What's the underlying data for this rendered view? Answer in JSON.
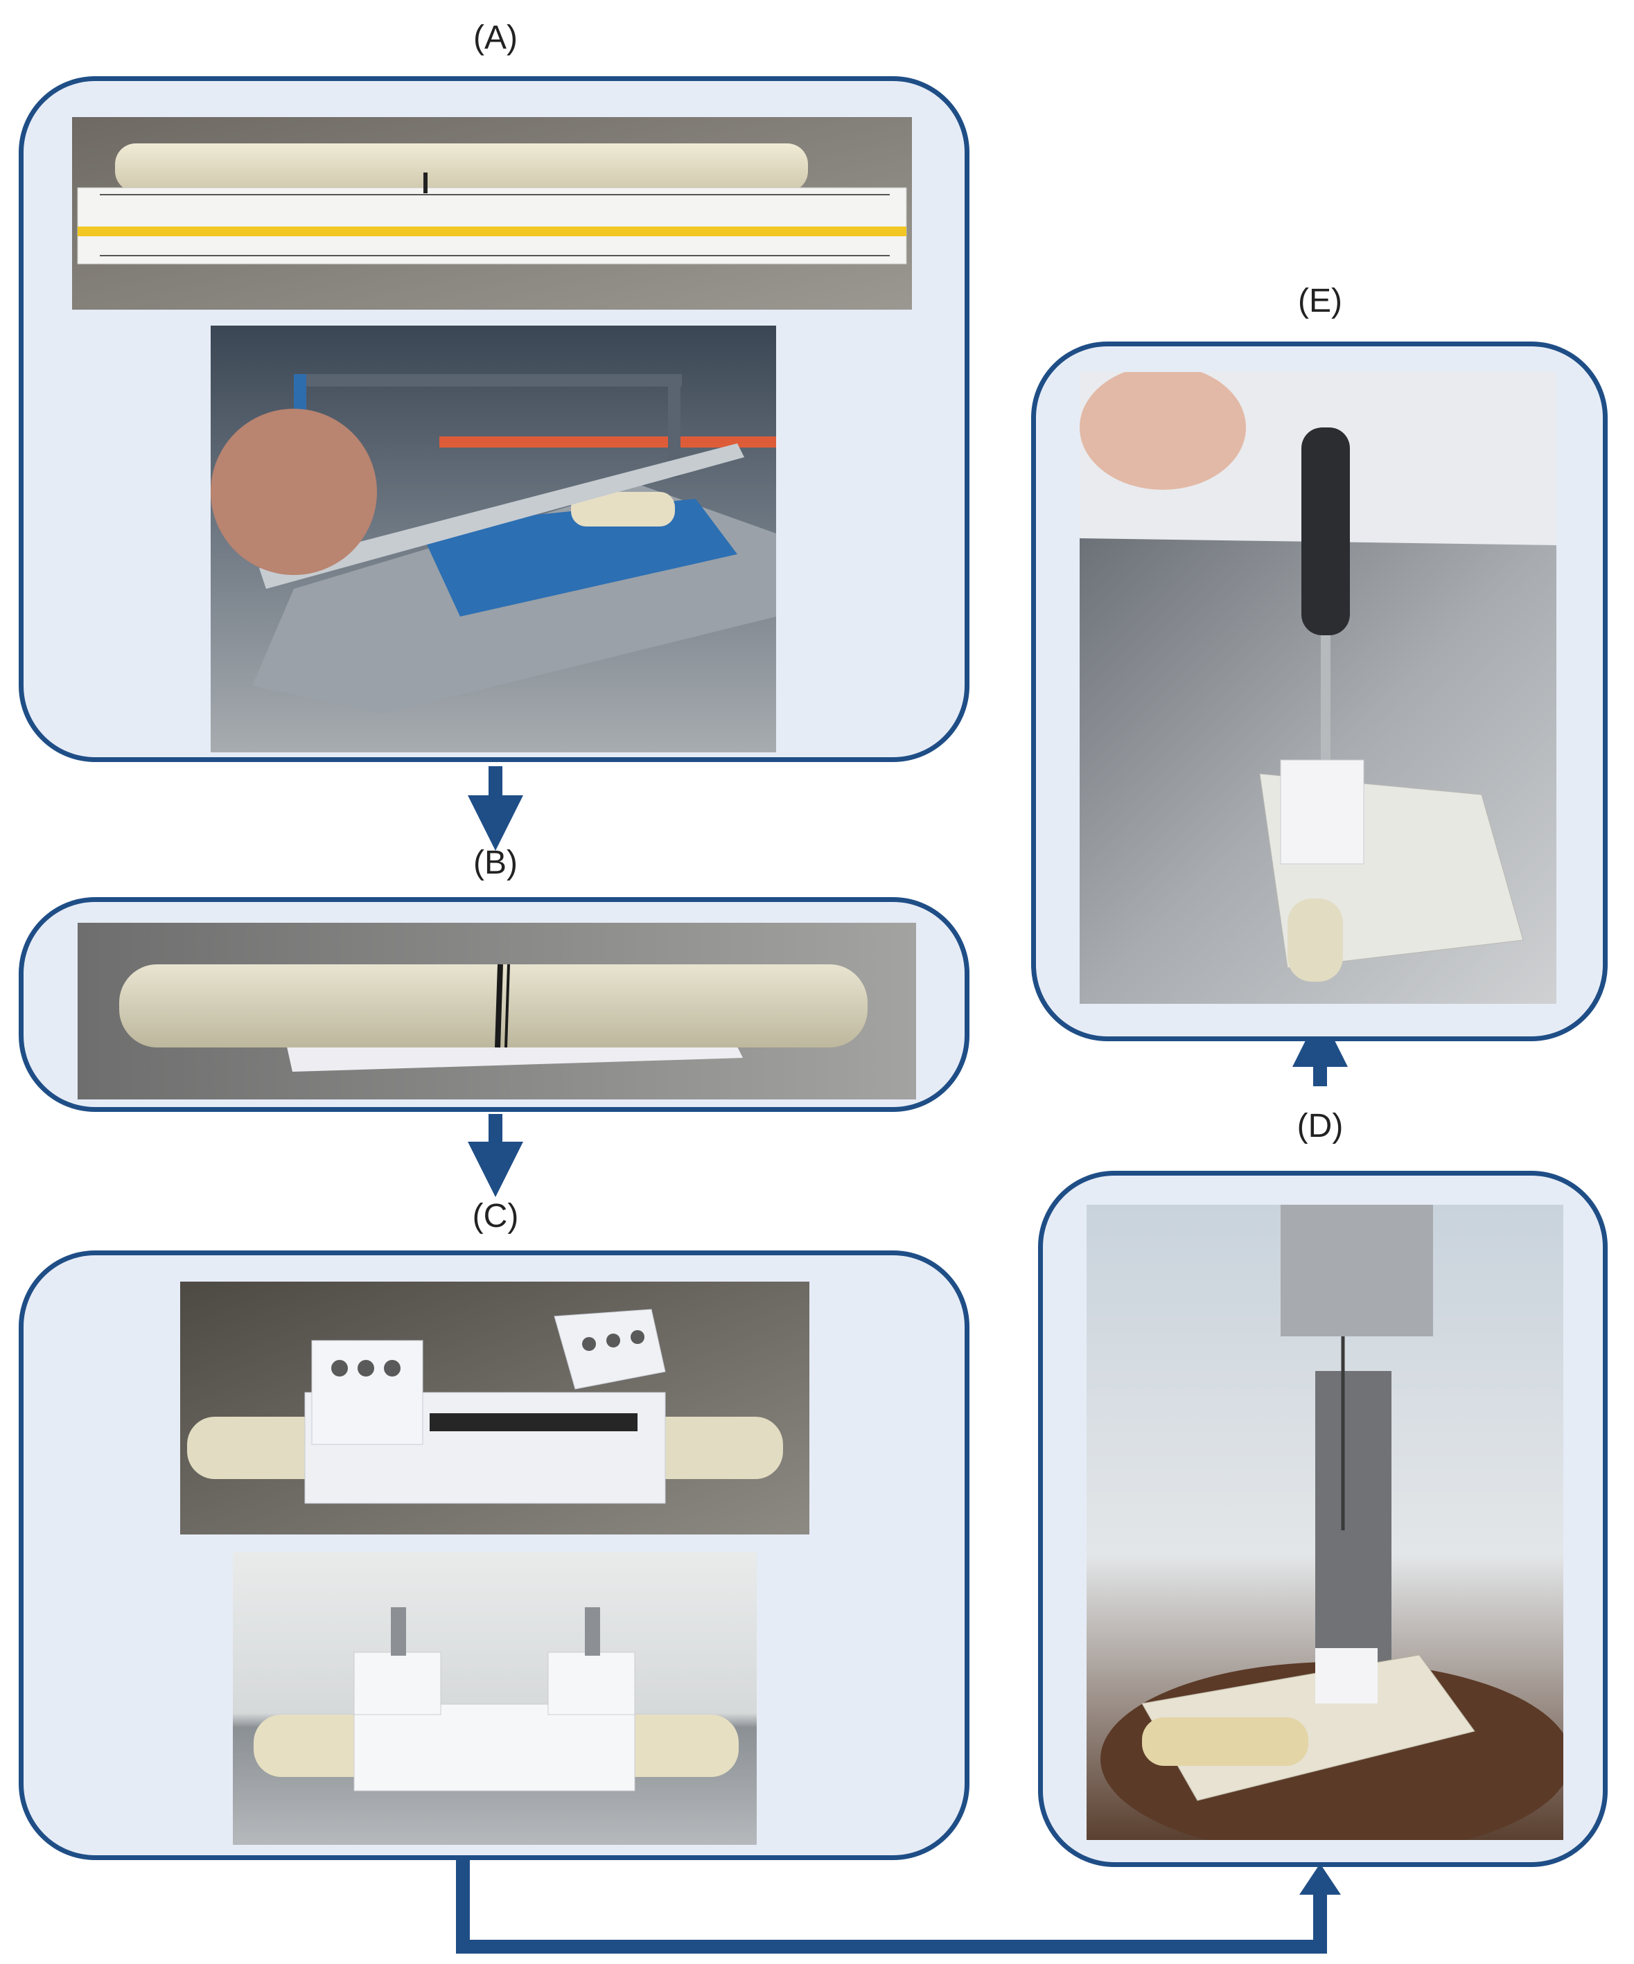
{
  "panels": {
    "A": {
      "label": "(A)"
    },
    "B": {
      "label": "(B)"
    },
    "C": {
      "label": "(C)"
    },
    "D": {
      "label": "(D)"
    },
    "E": {
      "label": "(E)"
    }
  },
  "colors": {
    "frame": "#1f4e86",
    "panel_fill": "#e6ecf6",
    "arrow": "#1f4e86",
    "pipe": "#e2dcc2",
    "printed_part": "#eef0f4",
    "vise_blue": "#2c6fb3",
    "steel": "#9da3a8"
  }
}
